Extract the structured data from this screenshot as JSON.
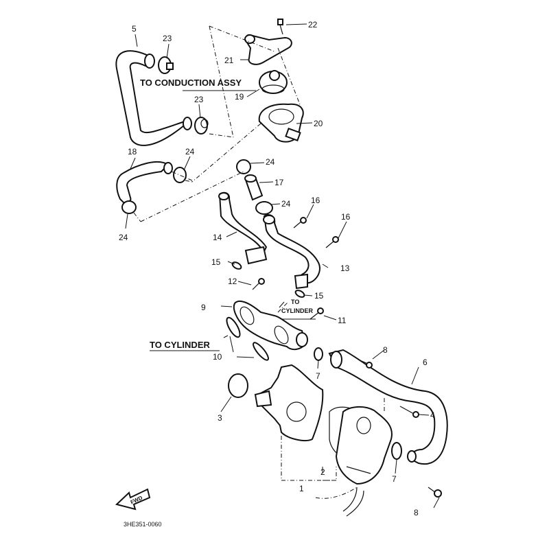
{
  "diagram": {
    "title_code": "3HE351-0060",
    "fwd_label": "FWD",
    "captions": {
      "to_conduction_assy": "TO CONDUCTION ASSY",
      "to_cylinder_left": "TO CYLINDER",
      "to_cylinder_small_line1": "TO",
      "to_cylinder_small_line2": "CYLINDER"
    },
    "callouts": {
      "c1": "1",
      "c2": "2",
      "c3": "3",
      "c4": "4",
      "c5": "5",
      "c6": "6",
      "c7a": "7",
      "c7b": "7",
      "c8a": "8",
      "c8b": "8",
      "c9": "9",
      "c10": "10",
      "c11": "11",
      "c12": "12",
      "c13": "13",
      "c14": "14",
      "c15a": "15",
      "c15b": "15",
      "c16a": "16",
      "c16b": "16",
      "c17": "17",
      "c18": "18",
      "c19": "19",
      "c20": "20",
      "c21": "21",
      "c22": "22",
      "c23a": "23",
      "c23b": "23",
      "c24a": "24",
      "c24b": "24",
      "c24c": "24",
      "c24d": "24"
    }
  }
}
